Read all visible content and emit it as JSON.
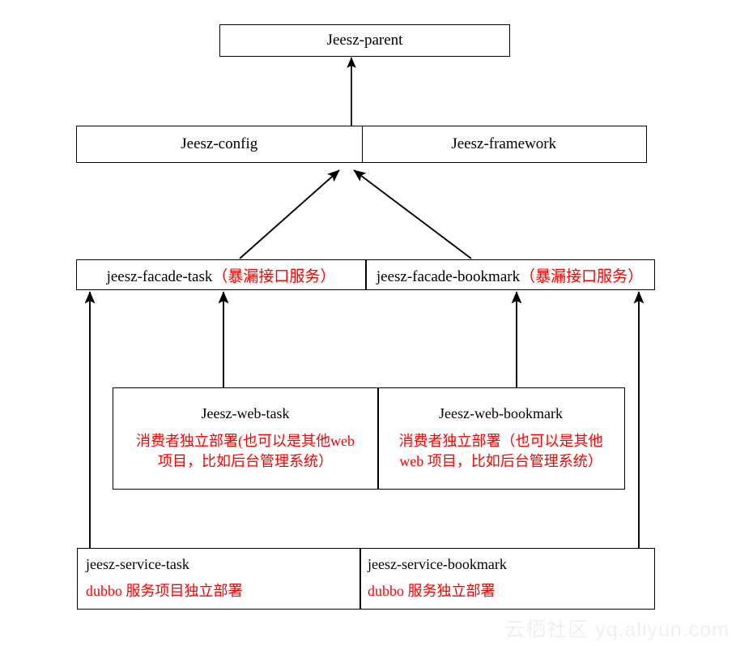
{
  "diagram": {
    "title": "Jeesz module dependency architecture",
    "colors": {
      "box_border": "#000000",
      "text": "#000000",
      "accent_red": "#ff0000",
      "watermark": "#f0f0f0",
      "background": "#ffffff"
    },
    "parent": {
      "label": "Jeesz-parent"
    },
    "core_row": {
      "left": {
        "label": "Jeesz-config"
      },
      "right": {
        "label": "Jeesz-framework"
      }
    },
    "facade_row": {
      "left": {
        "name": "jeesz-facade-task",
        "note": "（暴漏接口服务）"
      },
      "right": {
        "name": "jeesz-facade-bookmark",
        "note": "（暴漏接口服务）"
      }
    },
    "web_row": {
      "left": {
        "name": "Jeesz-web-task",
        "desc_line1": "消费者独立部署(也可以是其他web",
        "desc_line2": "项目，比如后台管理系统）"
      },
      "right": {
        "name": "Jeesz-web-bookmark",
        "desc_line1": "消费者独立部署（也可以是其他",
        "desc_line2": "web 项目，比如后台管理系统）"
      }
    },
    "service_row": {
      "left": {
        "name": "jeesz-service-task",
        "desc": "dubbo 服务项目独立部署"
      },
      "right": {
        "name": "jeesz-service-bookmark",
        "desc": "dubbo 服务独立部署"
      }
    },
    "watermark": "云栖社区 yq.aliyun.com"
  }
}
